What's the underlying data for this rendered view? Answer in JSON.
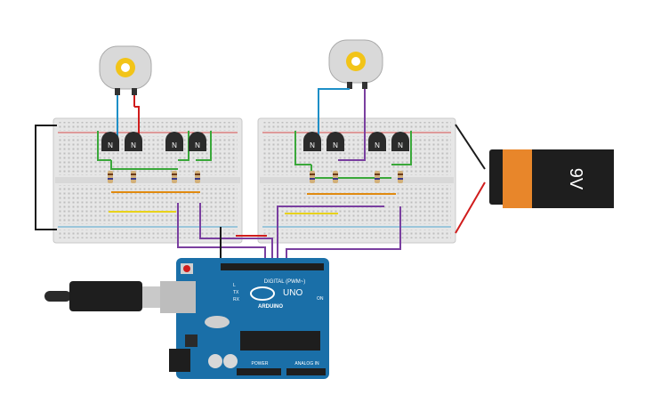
{
  "battery": {
    "label": "9V"
  },
  "transistor": {
    "label": "N"
  },
  "arduino": {
    "brand": "ARDUINO",
    "model": "UNO",
    "digital_label": "DIGITAL (PWM~)",
    "power_label": "POWER",
    "analog_label": "ANALOG IN",
    "tx": "TX",
    "rx": "RX",
    "l": "L",
    "on": "ON"
  },
  "colors": {
    "wire_blue": "#1e8fc7",
    "wire_red": "#d01c1c",
    "wire_purple": "#7a3fa0",
    "wire_green": "#3aa83a",
    "wire_orange": "#e08a10",
    "wire_yellow": "#e8d21a",
    "wire_black": "#1a1a1a",
    "board": "#1a6fa8",
    "battery_orange": "#e8862a",
    "battery_black": "#1e1e1e"
  }
}
